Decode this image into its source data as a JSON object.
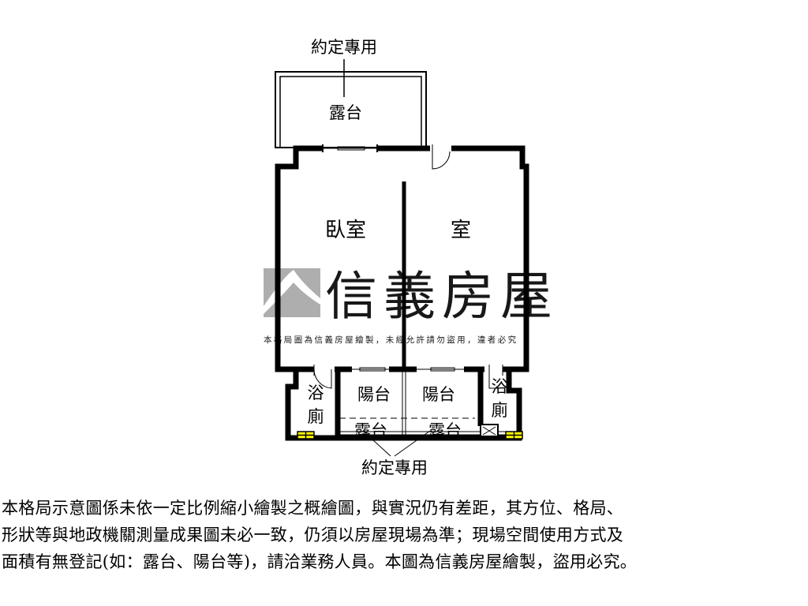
{
  "floorplan": {
    "top_terrace_note": "約定專用",
    "top_terrace_label": "露台",
    "bedroom_label": "臥室",
    "room_label": "室",
    "left_bath_label_1": "浴",
    "left_bath_label_2": "廁",
    "right_bath_label_1": "浴",
    "right_bath_label_2": "廁",
    "balcony_left_label": "陽台",
    "balcony_right_label": "陽台",
    "terrace_left_label": "露台",
    "terrace_right_label": "露台",
    "bottom_terrace_note": "約定專用"
  },
  "watermark": {
    "brand": "信義房屋",
    "notice": "本格局圖為信義房屋繪製，未經允許請勿盜用，違者必究",
    "color": "#a6a6a6"
  },
  "disclaimer": {
    "line1": "本格局示意圖係未依一定比例縮小繪製之概繪圖，與實況仍有差距，其方位、格局、",
    "line2": "形狀等與地政機關測量成果圖未必一致，仍須以房屋現場為準；現場空間使用方式及",
    "line3": "面積有無登記(如：露台、陽台等)，請洽業務人員。本圖為信義房屋繪製，盜用必究。"
  }
}
